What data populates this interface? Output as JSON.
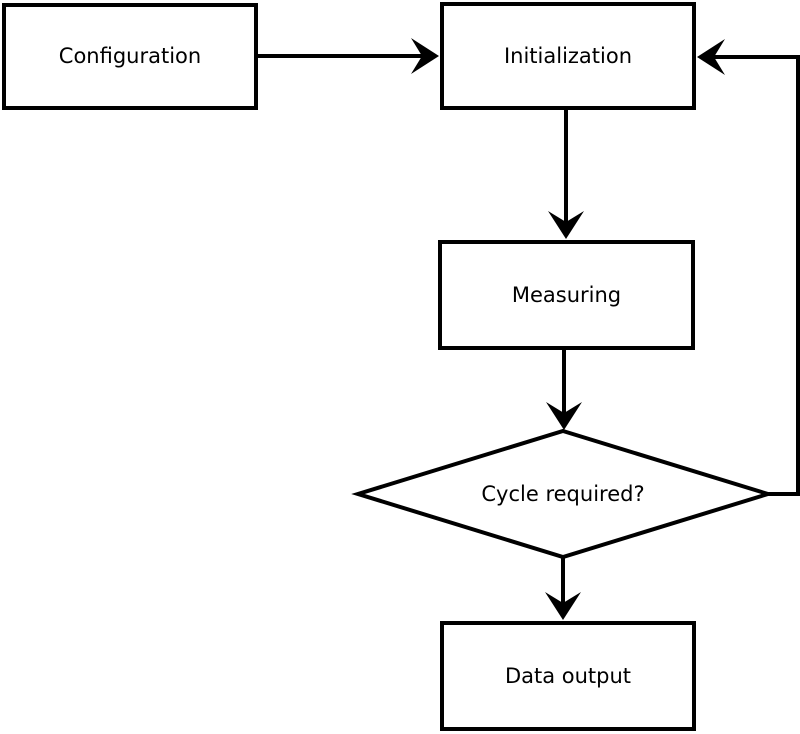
{
  "diagram": {
    "type": "flowchart",
    "colors": {
      "stroke": "#000000",
      "node_fill": "#ffffff",
      "text": "#000000",
      "background": "#ffffff"
    },
    "nodes": [
      {
        "id": "configuration",
        "label": "Configuration",
        "shape": "rectangle"
      },
      {
        "id": "initialization",
        "label": "Initialization",
        "shape": "rectangle"
      },
      {
        "id": "measuring",
        "label": "Measuring",
        "shape": "rectangle"
      },
      {
        "id": "cycle-required",
        "label": "Cycle required?",
        "shape": "diamond"
      },
      {
        "id": "data-output",
        "label": "Data output",
        "shape": "rectangle"
      }
    ],
    "edges": [
      {
        "from": "configuration",
        "to": "initialization",
        "direction": "right"
      },
      {
        "from": "initialization",
        "to": "measuring",
        "direction": "down"
      },
      {
        "from": "measuring",
        "to": "cycle-required",
        "direction": "down"
      },
      {
        "from": "cycle-required",
        "to": "data-output",
        "direction": "down"
      },
      {
        "from": "cycle-required",
        "to": "initialization",
        "direction": "loop-back-right"
      }
    ]
  }
}
